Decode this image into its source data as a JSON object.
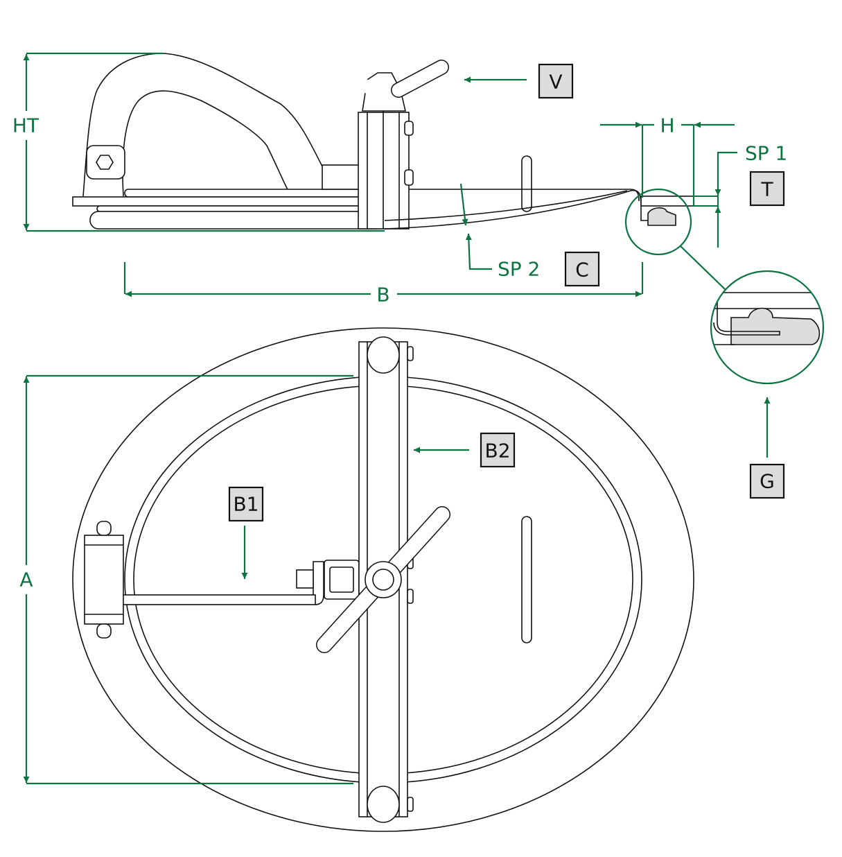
{
  "title": "Oval manway door technical drawing",
  "dimensions": {
    "height": "HT",
    "width_b": "B",
    "axis_a": "A",
    "flange_h": "H",
    "sp1": "SP 1",
    "sp2": "SP 2"
  },
  "callouts": {
    "v": "V",
    "t": "T",
    "c": "C",
    "g": "G",
    "b1": "B1",
    "b2": "B2"
  },
  "colors": {
    "dimension": "#0b7340",
    "callout_fill": "#dcdcdc",
    "line": "#111111"
  }
}
